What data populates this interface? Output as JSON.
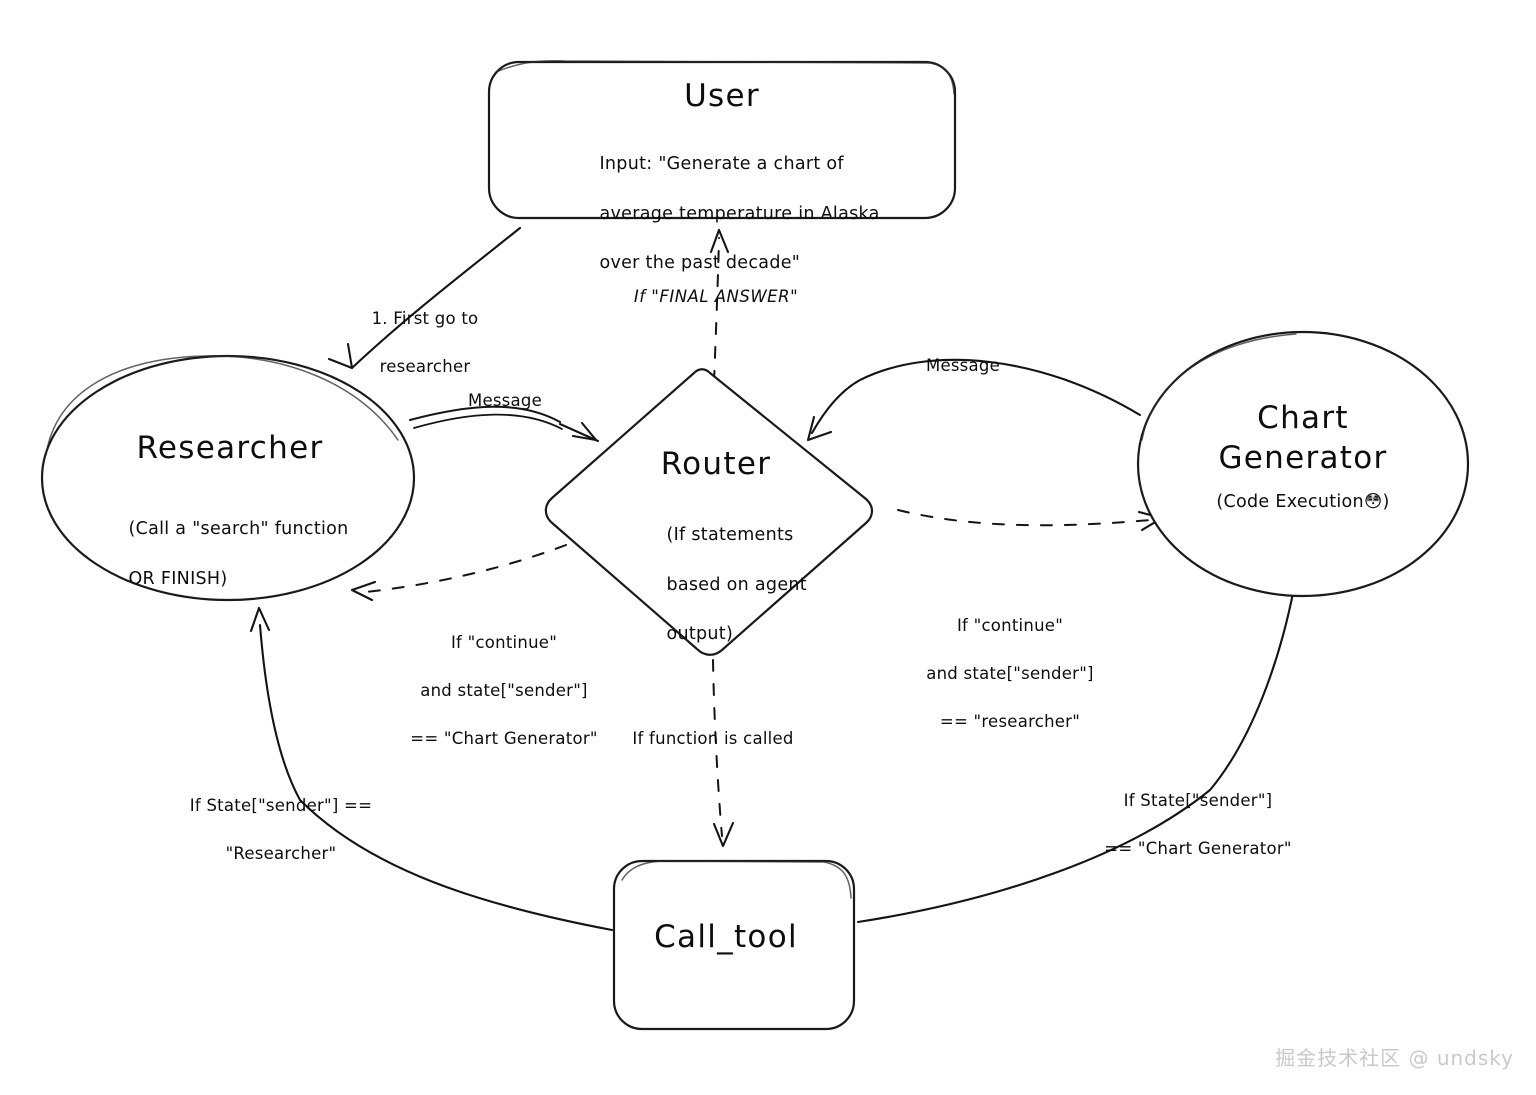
{
  "diagram": {
    "title": "Multi-agent LangGraph flow",
    "background_color": "#ffffff",
    "ink_color": "#141414",
    "nodes": {
      "user": {
        "label": "User",
        "sub_lines": [
          "Input: \"Generate a chart of",
          "average temperature in Alaska",
          "over the past decade\""
        ],
        "shape": "rounded-rect"
      },
      "researcher": {
        "label": "Researcher",
        "sub_lines": [
          "(Call a \"search\" function",
          "OR FINISH)"
        ],
        "shape": "ellipse"
      },
      "router": {
        "label": "Router",
        "sub_lines": [
          "(If statements",
          "based on agent",
          "output)"
        ],
        "shape": "diamond"
      },
      "chart_generator": {
        "label_line_1": "Chart",
        "label_line_2": "Generator",
        "sub_lines": [
          "(Code Execution😳)"
        ],
        "shape": "ellipse"
      },
      "call_tool": {
        "label": "Call_tool",
        "shape": "rounded-rect"
      }
    },
    "edges": [
      {
        "id": "user-to-researcher",
        "from": "user",
        "to": "researcher",
        "style": "solid",
        "label_lines": [
          "1. First go to",
          "researcher"
        ]
      },
      {
        "id": "researcher-to-router",
        "from": "researcher",
        "to": "router",
        "style": "solid",
        "label_lines": [
          "Message"
        ]
      },
      {
        "id": "router-to-user",
        "from": "router",
        "to": "user",
        "style": "dashed",
        "label_lines": [
          "If \"FINAL ANSWER\""
        ]
      },
      {
        "id": "chartgen-to-router",
        "from": "chart_generator",
        "to": "router",
        "style": "solid",
        "label_lines": [
          "Message"
        ]
      },
      {
        "id": "router-to-researcher",
        "from": "router",
        "to": "researcher",
        "style": "dashed",
        "label_lines": [
          "If \"continue\"",
          "and state[\"sender\"]",
          "== \"Chart Generator\""
        ]
      },
      {
        "id": "router-to-chartgen",
        "from": "router",
        "to": "chart_generator",
        "style": "dashed",
        "label_lines": [
          "If \"continue\"",
          "and state[\"sender\"]",
          "== \"researcher\""
        ]
      },
      {
        "id": "router-to-calltool",
        "from": "router",
        "to": "call_tool",
        "style": "dashed",
        "label_lines": [
          "If function is called"
        ]
      },
      {
        "id": "calltool-to-researcher",
        "from": "call_tool",
        "to": "researcher",
        "style": "solid",
        "label_lines": [
          "If State[\"sender\"] ==",
          "\"Researcher\""
        ]
      },
      {
        "id": "calltool-to-chartgen",
        "from": "call_tool",
        "to": "chart_generator",
        "style": "solid",
        "label_lines": [
          "If State[\"sender\"]",
          "== \"Chart Generator\""
        ]
      }
    ],
    "watermark": "掘金技术社区 @ undsky"
  }
}
